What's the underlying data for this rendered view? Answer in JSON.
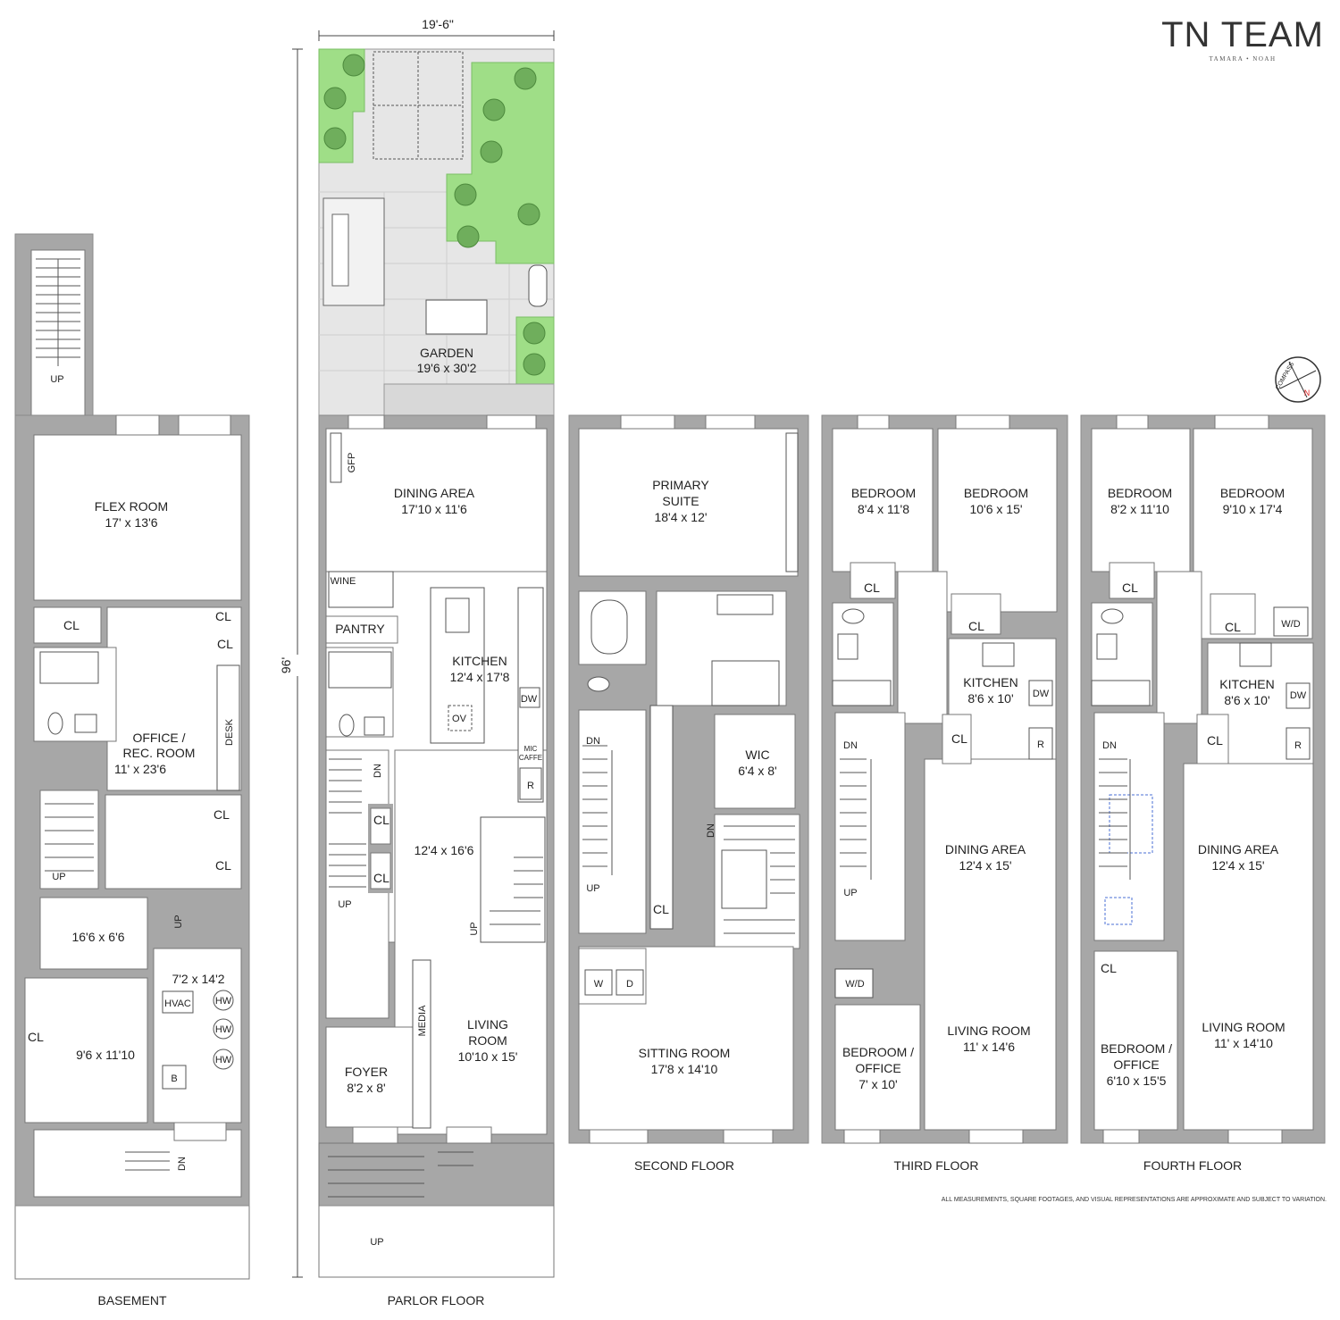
{
  "brand": {
    "name": "TN TEAM",
    "tagline": "TAMARA • NOAH"
  },
  "disclaimer": "ALL MEASUREMENTS, SQUARE FOOTAGES, AND VISUAL REPRESENTATIONS ARE APPROXIMATE AND SUBJECT TO VARIATION.",
  "compass": {
    "label": "COMPASS",
    "north": "N"
  },
  "dimensions": {
    "width": "19'-6\"",
    "depth": "96'"
  },
  "colors": {
    "wall": "#a7a7a7",
    "garden_green": "#9fde87",
    "paver": "#e2e2e2"
  },
  "floors": {
    "basement": {
      "title": "BASEMENT",
      "rooms": [
        {
          "name": "FLEX ROOM",
          "size": "17' x 13'6"
        },
        {
          "name": "OFFICE /",
          "name2": "REC. ROOM",
          "size": "11' x 23'6"
        },
        {
          "name": "",
          "size": "16'6 x 6'6"
        },
        {
          "name": "",
          "size": "7'2 x 14'2"
        },
        {
          "name": "",
          "size": "9'6 x 11'10"
        }
      ],
      "labels": {
        "cl": "CL",
        "desk": "DESK",
        "hvac": "HVAC",
        "hw": "HW",
        "b": "B",
        "up": "UP",
        "dn": "DN"
      }
    },
    "parlor": {
      "title": "PARLOR FLOOR",
      "rooms": [
        {
          "name": "GARDEN",
          "size": "19'6 x 30'2"
        },
        {
          "name": "DINING AREA",
          "size": "17'10 x 11'6"
        },
        {
          "name": "KITCHEN",
          "size": "12'4 x 17'8"
        },
        {
          "name": "",
          "size": "12'4 x 16'6"
        },
        {
          "name": "LIVING",
          "name2": "ROOM",
          "size": "10'10 x 15'"
        },
        {
          "name": "FOYER",
          "size": "8'2 x 8'"
        }
      ],
      "labels": {
        "pantry": "PANTRY",
        "wine": "WINE",
        "gfp": "GFP",
        "dw": "DW",
        "ov": "OV",
        "mic": "MIC",
        "caffe": "CAFFE",
        "r": "R",
        "media": "MEDIA",
        "cl": "CL",
        "up": "UP",
        "dn": "DN"
      }
    },
    "second": {
      "title": "SECOND FLOOR",
      "rooms": [
        {
          "name": "PRIMARY",
          "name2": "SUITE",
          "size": "18'4 x 12'"
        },
        {
          "name": "WIC",
          "size": "6'4 x 8'"
        },
        {
          "name": "SITTING ROOM",
          "size": "17'8 x 14'10"
        }
      ],
      "labels": {
        "w": "W",
        "d": "D",
        "cl": "CL",
        "up": "UP",
        "dn": "DN"
      }
    },
    "third": {
      "title": "THIRD FLOOR",
      "rooms": [
        {
          "name": "BEDROOM",
          "size": "8'4 x 11'8"
        },
        {
          "name": "BEDROOM",
          "size": "10'6 x 15'"
        },
        {
          "name": "KITCHEN",
          "size": "8'6 x 10'"
        },
        {
          "name": "DINING AREA",
          "size": "12'4 x 15'"
        },
        {
          "name": "LIVING ROOM",
          "size": "11' x 14'6"
        },
        {
          "name": "BEDROOM /",
          "name2": "OFFICE",
          "size": "7' x 10'"
        }
      ],
      "labels": {
        "cl": "CL",
        "dw": "DW",
        "r": "R",
        "wd": "W/D",
        "up": "UP",
        "dn": "DN"
      }
    },
    "fourth": {
      "title": "FOURTH FLOOR",
      "rooms": [
        {
          "name": "BEDROOM",
          "size": "8'2 x 11'10"
        },
        {
          "name": "BEDROOM",
          "size": "9'10 x 17'4"
        },
        {
          "name": "KITCHEN",
          "size": "8'6 x 10'"
        },
        {
          "name": "DINING AREA",
          "size": "12'4 x 15'"
        },
        {
          "name": "LIVING ROOM",
          "size": "11' x 14'10"
        },
        {
          "name": "BEDROOM /",
          "name2": "OFFICE",
          "size": "6'10 x 15'5"
        }
      ],
      "labels": {
        "cl": "CL",
        "dw": "DW",
        "r": "R",
        "wd": "W/D",
        "dn": "DN"
      }
    }
  }
}
